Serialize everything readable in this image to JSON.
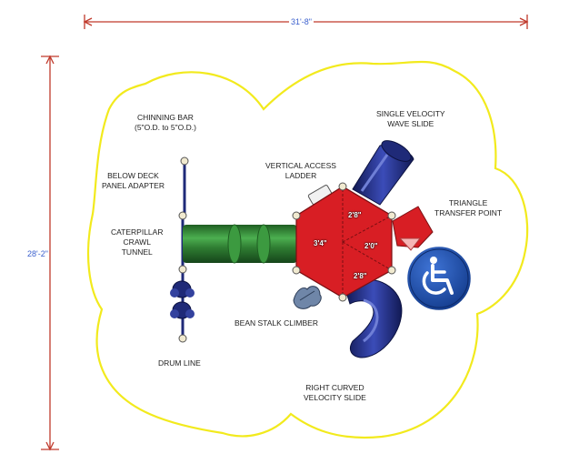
{
  "dimensions": {
    "width": "31'-8\"",
    "depth": "28'-2\""
  },
  "labels": {
    "chinning_bar": [
      "CHINNING BAR",
      "(5\"O.D. to 5\"O.D.)"
    ],
    "below_deck": [
      "BELOW DECK",
      "PANEL ADAPTER"
    ],
    "caterpillar": [
      "CATERPILLAR",
      "CRAWL",
      "TUNNEL"
    ],
    "vertical_ladder": [
      "VERTICAL ACCESS",
      "LADDER"
    ],
    "single_slide": [
      "SINGLE VELOCITY",
      "WAVE SLIDE"
    ],
    "triangle_transfer": [
      "TRIANGLE",
      "TRANSFER POINT"
    ],
    "bean_stalk": [
      "BEAN STALK CLIMBER"
    ],
    "drum_line": [
      "DRUM LINE"
    ],
    "right_slide": [
      "RIGHT CURVED",
      "VELOCITY SLIDE"
    ]
  },
  "deck_heights": {
    "top": "2'8\"",
    "left": "3'4\"",
    "right": "2'0\"",
    "bottom": "2'8\""
  },
  "colors": {
    "boundary": "#f2ea1d",
    "dimension": "#c0392b",
    "dimension_text": "#3a5fcd",
    "deck": "#d81e24",
    "slide": "#1f2a78",
    "tunnel": "#2f7d32",
    "post": "#f1ead0",
    "accessibility": "#1f4fa8"
  },
  "icons": {
    "accessibility": "wheelchair-icon"
  }
}
